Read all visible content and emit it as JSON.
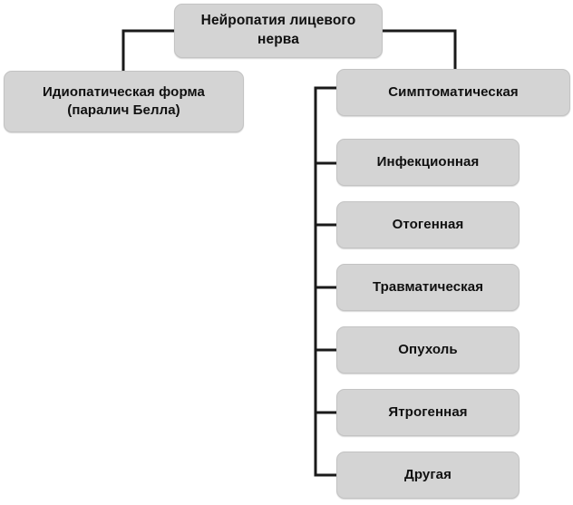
{
  "diagram": {
    "title": "Нейропатия лицевого нерва",
    "type": "tree",
    "background_color": "#ffffff",
    "node_fill_color": "#d4d4d4",
    "node_border_color": "#c3c3c3",
    "connector_color": "#1a1a1a",
    "text_color": "#101010",
    "root": {
      "label": "Нейропатия лицевого\nнерва",
      "line1": "Нейропатия лицевого",
      "line2": "нерва"
    },
    "children": [
      {
        "id": "idiopathic",
        "line1": "Идиопатическая форма",
        "line2": "(паралич Белла)",
        "label": "Идиопатическая форма (паралич Белла)"
      },
      {
        "id": "symptomatic",
        "label": "Симптоматическая",
        "subitems": [
          {
            "id": "infectious",
            "label": "Инфекционная"
          },
          {
            "id": "otogenic",
            "label": "Отогенная"
          },
          {
            "id": "traumatic",
            "label": "Травматическая"
          },
          {
            "id": "tumor",
            "label": "Опухоль"
          },
          {
            "id": "iatrogenic",
            "label": "Ятрогенная"
          },
          {
            "id": "other",
            "label": "Другая"
          }
        ]
      }
    ]
  }
}
